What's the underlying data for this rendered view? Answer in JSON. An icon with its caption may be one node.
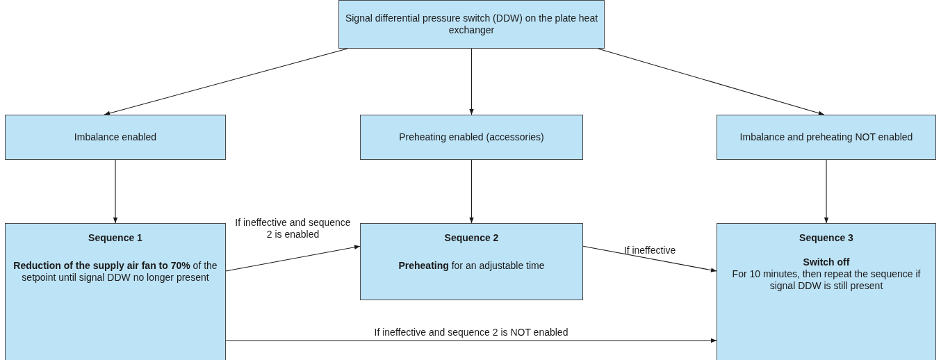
{
  "diagram": {
    "nodes": [
      {
        "text": [
          "Signal differential pressure switch (DDW) on the plate heat exchanger"
        ]
      },
      {
        "text": [
          "Imbalance enabled"
        ]
      },
      {
        "text": [
          "Preheating enabled (accessories)"
        ]
      },
      {
        "text": [
          "Imbalance and preheating NOT enabled"
        ]
      },
      {
        "text": [
          "Sequence 1",
          "**Reduction of the supply air fan to 70%** of the setpoint until signal DDW no longer present"
        ]
      },
      {
        "text": [
          "Sequence 2",
          "**Preheating** for an adjustable time"
        ]
      },
      {
        "text": [
          "Sequence 3",
          "Switch off",
          "For 10 minutes, then repeat the sequence if signal DDW is still present"
        ]
      }
    ],
    "edges": [
      {
        "from": 0,
        "to": 1,
        "arrow": "to"
      },
      {
        "from": 0,
        "to": 2,
        "arrow": "to"
      },
      {
        "from": 0,
        "to": 3,
        "arrow": "to"
      },
      {
        "from": 1,
        "to": 4,
        "arrow": "to"
      },
      {
        "from": 2,
        "to": 5,
        "arrow": "to"
      },
      {
        "from": 3,
        "to": 6,
        "arrow": "to"
      },
      {
        "from": 4,
        "to": 5,
        "arrow": "to",
        "label": "If ineffective and sequence 2 is enabled"
      },
      {
        "from": 5,
        "to": 6,
        "arrow": "to",
        "label": "If ineffective"
      },
      {
        "from": 4,
        "to": 6,
        "arrow": "to",
        "label": "If ineffective and sequence 2 is NOT enabled"
      }
    ]
  }
}
